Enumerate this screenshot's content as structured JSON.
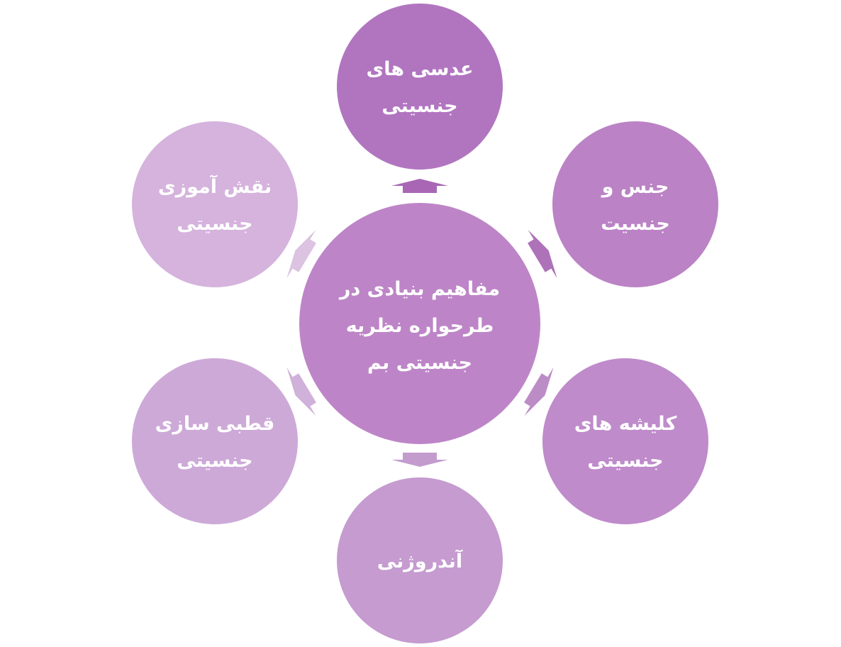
{
  "center": {
    "lines": [
      "مفاهیم بنیادی در",
      "طرحواره  نظریه",
      "جنسیتی بم"
    ],
    "color": "#bd85c7"
  },
  "nodes": [
    {
      "id": "lenses",
      "lines": [
        "عدسی های",
        "جنسیتی"
      ],
      "color": "#b175c0",
      "arrow_color": "#a866b5"
    },
    {
      "id": "sex-gender",
      "lines": [
        "جنس و",
        "جنسیت"
      ],
      "color": "#bb82c5",
      "arrow_color": "#ae72b8"
    },
    {
      "id": "stereotypes",
      "lines": [
        "کلیشه های",
        "جنسیتی"
      ],
      "color": "#bf8bcb",
      "arrow_color": "#bc8cc6"
    },
    {
      "id": "androgyny",
      "lines": [
        "آندروژنی"
      ],
      "color": "#c59bd0",
      "arrow_color": "#c39ccd"
    },
    {
      "id": "polarization",
      "lines": [
        "قطبی سازی",
        "جنسیتی"
      ],
      "color": "#cda9d8",
      "arrow_color": "#cfb1d9"
    },
    {
      "id": "role-learning",
      "lines": [
        "نقش آموزی",
        "جنسیتی"
      ],
      "color": "#d5b3dd",
      "arrow_color": "#dbc3e1"
    }
  ]
}
